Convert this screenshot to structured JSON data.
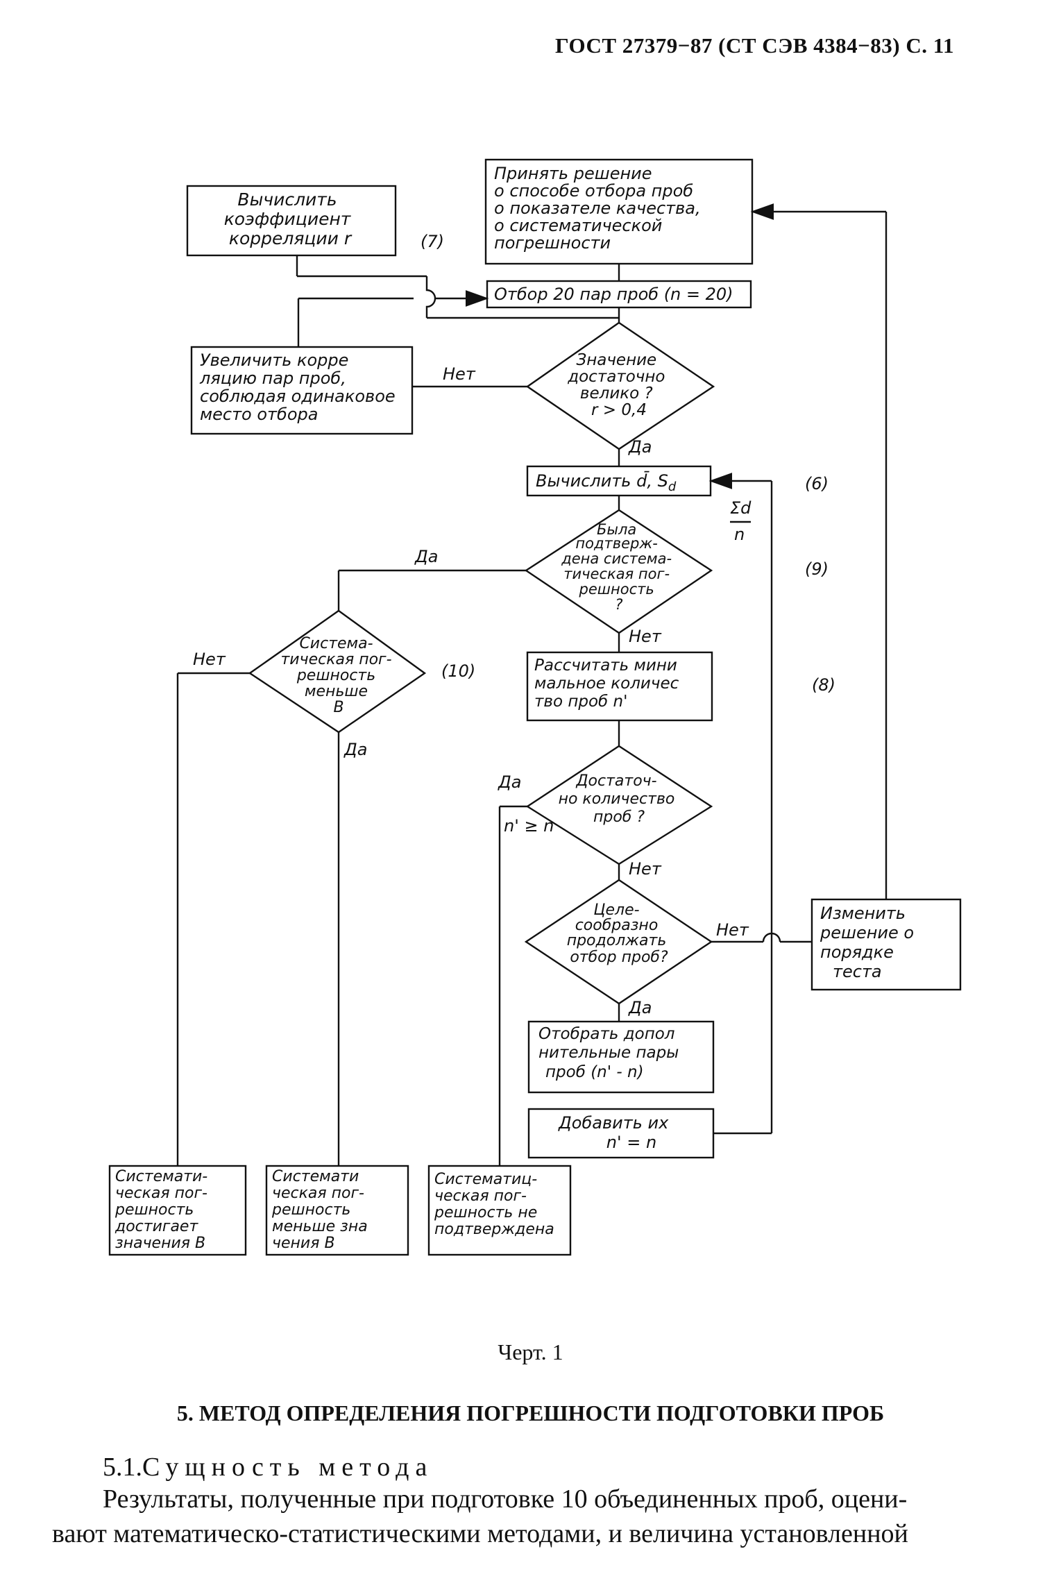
{
  "header": {
    "text": "ГОСТ 27379−87 (СТ СЭВ 4384−83) С. 11"
  },
  "flowchart": {
    "box_decision_top": [
      "Принять решение",
      "о способе отбора проб",
      "о показателе качества,",
      "о систематической",
      "погрешности"
    ],
    "box_coef": [
      "Вычислить",
      "коэффициент",
      "корреляции r"
    ],
    "box_select20": [
      "Отбор 20 пар проб (n = 20)"
    ],
    "box_increase": [
      "Увеличить корре",
      "ляцию пар проб,",
      "соблюдая одинаковое",
      "место отбора"
    ],
    "diamond_value": [
      "Значение",
      "достаточно",
      "велико ?",
      "r > 0,4"
    ],
    "box_calc_d": [
      "Вычислить d̄, S",
      "d"
    ],
    "diamond_confirmed": [
      "Была",
      "подтверж-",
      "дена система-",
      "тическая пог-",
      "решность",
      "?"
    ],
    "diamond_less_b": [
      "Система-",
      "тическая пог-",
      "решность",
      "меньше",
      "B"
    ],
    "box_min_count": [
      "Рассчитать мини",
      "мальное количес",
      "тво проб n'"
    ],
    "diamond_enough": [
      "Достаточ-",
      "но количество",
      "проб ?"
    ],
    "diamond_expedient": [
      "Целе-",
      "сообразно",
      "продолжать",
      "отбор проб?"
    ],
    "box_change": [
      "Изменить",
      "решение о",
      "порядке",
      "теста"
    ],
    "box_take_more": [
      "Отобрать допол",
      "нительные пары",
      "проб (n' - n)"
    ],
    "box_add": [
      "Добавить их",
      "n' = n"
    ],
    "box_reaches_b": [
      "Системати-",
      "ческая пог-",
      "решность",
      "достигает",
      "значения B"
    ],
    "box_less_b": [
      "Системати",
      "ческая пог-",
      "решность",
      "меньше зна",
      "чения B"
    ],
    "box_not_confirmed": [
      "Систематиц-",
      "ческая пог-",
      "решность не",
      "подтверждена"
    ],
    "labels": {
      "yes": "Да",
      "no": "Нет",
      "ref_7": "(7)",
      "ref_6": "(6)",
      "ref_9": "(9)",
      "ref_8": "(8)",
      "ref_10": "(10)",
      "sum_num": "Σd",
      "sum_den": "n",
      "n_ge": "n' ≥ n"
    }
  },
  "caption": "Черт. 1",
  "section_heading": "5. МЕТОД ОПРЕДЕЛЕНИЯ ПОГРЕШНОСТИ ПОДГОТОВКИ ПРОБ",
  "subsection": {
    "number": "5.1.",
    "title": "Сущность метода"
  },
  "paragraph": {
    "line1": "Результаты, полученные при подготовке 10 объединенных проб, оцени-",
    "line2": "вают математическо-статистическими методами, и величина установленной"
  }
}
